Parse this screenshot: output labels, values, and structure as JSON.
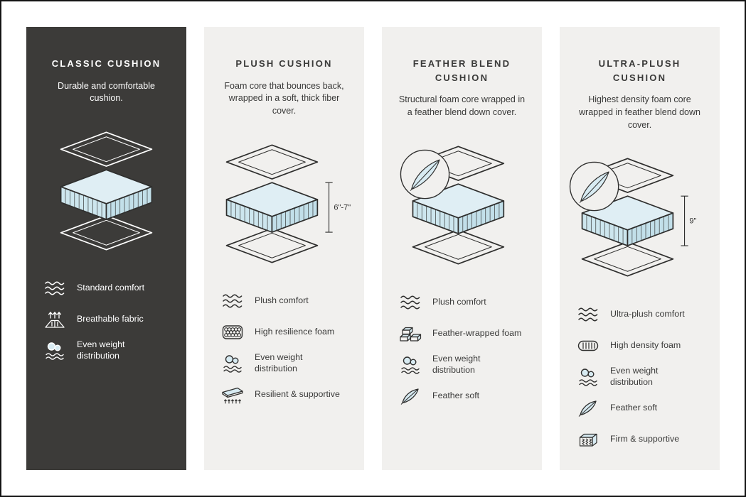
{
  "colors": {
    "dark_card_bg": "#3c3b39",
    "light_card_bg": "#f1f0ee",
    "ink": "#2f2f2e",
    "foam_blue": "#cde6ee",
    "foam_blue_light": "#dfeef4"
  },
  "cards": [
    {
      "id": "classic",
      "theme": "dark",
      "title": "CLASSIC CUSHION",
      "description": "Durable and comfortable cushion.",
      "features": [
        {
          "icon": "waves-icon",
          "label": "Standard comfort"
        },
        {
          "icon": "breathable-fabric-icon",
          "label": "Breathable fabric"
        },
        {
          "icon": "even-weight-icon",
          "label": "Even weight distribution"
        }
      ]
    },
    {
      "id": "plush",
      "theme": "light",
      "title": "PLUSH CUSHION",
      "description": "Foam core that bounces back, wrapped in a soft, thick fiber cover.",
      "measurement": "6\"-7\"",
      "features": [
        {
          "icon": "waves-icon",
          "label": "Plush comfort"
        },
        {
          "icon": "foam-cells-icon",
          "label": "High resilience foam"
        },
        {
          "icon": "even-weight-icon",
          "label": "Even weight distribution"
        },
        {
          "icon": "resilient-icon",
          "label": "Resilient & supportive"
        }
      ]
    },
    {
      "id": "feather-blend",
      "theme": "light",
      "title": "FEATHER BLEND CUSHION",
      "description": "Structural foam core wrapped in a feather blend down cover.",
      "features": [
        {
          "icon": "waves-icon",
          "label": "Plush comfort"
        },
        {
          "icon": "feather-wrapped-foam-icon",
          "label": "Feather-wrapped foam"
        },
        {
          "icon": "even-weight-icon",
          "label": "Even weight distribution"
        },
        {
          "icon": "feather-icon",
          "label": "Feather soft"
        }
      ]
    },
    {
      "id": "ultra-plush",
      "theme": "light",
      "title": "ULTRA-PLUSH CUSHION",
      "description": "Highest density foam core wrapped in feather blend down cover.",
      "measurement": "9\"",
      "features": [
        {
          "icon": "waves-icon",
          "label": "Ultra-plush comfort"
        },
        {
          "icon": "high-density-foam-icon",
          "label": "High density foam"
        },
        {
          "icon": "even-weight-icon",
          "label": "Even weight distribution"
        },
        {
          "icon": "feather-icon",
          "label": "Feather soft"
        },
        {
          "icon": "firm-supportive-icon",
          "label": "Firm & supportive"
        }
      ]
    }
  ]
}
